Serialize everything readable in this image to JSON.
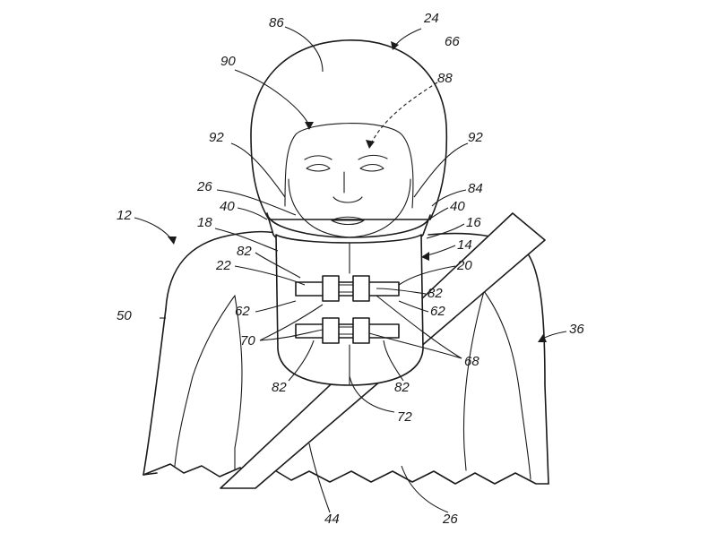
{
  "labels": {
    "l86": "86",
    "l24": "24",
    "l66": "66",
    "l90": "90",
    "l88": "88",
    "l92a": "92",
    "l92b": "92",
    "l26a": "26",
    "l84": "84",
    "l40a": "40",
    "l40b": "40",
    "l12": "12",
    "l18": "18",
    "l16": "16",
    "l14": "14",
    "l82a": "82",
    "l22": "22",
    "l20": "20",
    "l82b": "82",
    "l50": "50",
    "l62a": "62",
    "l62b": "62",
    "l36": "36",
    "l70": "70",
    "l68": "68",
    "l82c": "82",
    "l82d": "82",
    "l72": "72",
    "l44": "44",
    "l26b": "26"
  }
}
